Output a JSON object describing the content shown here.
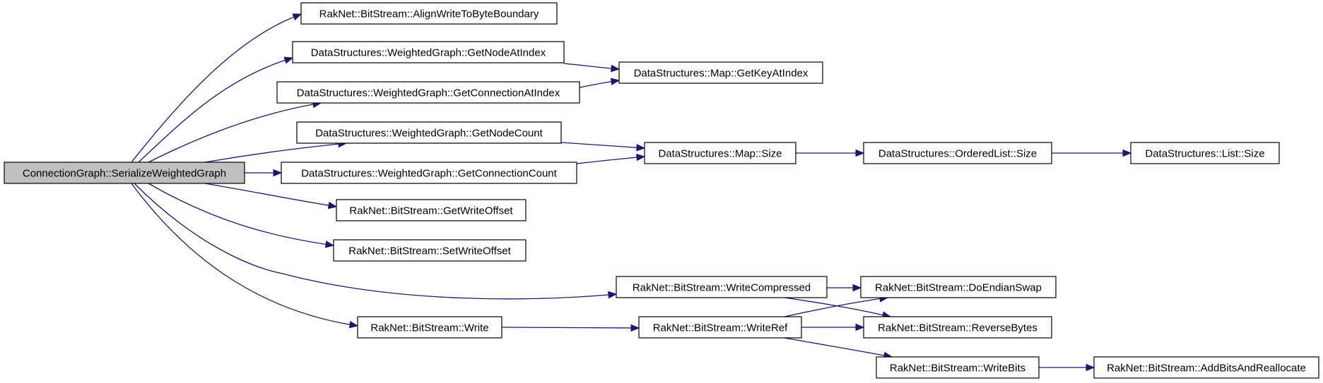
{
  "graph": {
    "edge_color": "#191970",
    "root_fill": "#bfbfbf",
    "node_fill": "#ffffff",
    "nodes": [
      {
        "id": "root",
        "label": "ConnectionGraph::SerializeWeightedGraph",
        "root": true
      },
      {
        "id": "alignWrite",
        "label": "RakNet::BitStream::AlignWriteToByteBoundary"
      },
      {
        "id": "getNodeAtIndex",
        "label": "DataStructures::WeightedGraph::GetNodeAtIndex"
      },
      {
        "id": "getConnAtIndex",
        "label": "DataStructures::WeightedGraph::GetConnectionAtIndex"
      },
      {
        "id": "getNodeCount",
        "label": "DataStructures::WeightedGraph::GetNodeCount"
      },
      {
        "id": "getConnCount",
        "label": "DataStructures::WeightedGraph::GetConnectionCount"
      },
      {
        "id": "getWriteOffset",
        "label": "RakNet::BitStream::GetWriteOffset"
      },
      {
        "id": "setWriteOffset",
        "label": "RakNet::BitStream::SetWriteOffset"
      },
      {
        "id": "writeCompressed",
        "label": "RakNet::BitStream::WriteCompressed"
      },
      {
        "id": "write",
        "label": "RakNet::BitStream::Write"
      },
      {
        "id": "mapGetKey",
        "label": "DataStructures::Map::GetKeyAtIndex"
      },
      {
        "id": "mapSize",
        "label": "DataStructures::Map::Size"
      },
      {
        "id": "orderedListSize",
        "label": "DataStructures::OrderedList::Size"
      },
      {
        "id": "listSize",
        "label": "DataStructures::List::Size"
      },
      {
        "id": "doEndianSwap",
        "label": "RakNet::BitStream::DoEndianSwap"
      },
      {
        "id": "reverseBytes",
        "label": "RakNet::BitStream::ReverseBytes"
      },
      {
        "id": "writeRef",
        "label": "RakNet::BitStream::WriteRef"
      },
      {
        "id": "writeBits",
        "label": "RakNet::BitStream::WriteBits"
      },
      {
        "id": "addBits",
        "label": "RakNet::BitStream::AddBitsAndReallocate"
      }
    ],
    "edges": [
      {
        "from": "root",
        "to": "alignWrite"
      },
      {
        "from": "root",
        "to": "getNodeAtIndex"
      },
      {
        "from": "root",
        "to": "getConnAtIndex"
      },
      {
        "from": "root",
        "to": "getNodeCount"
      },
      {
        "from": "root",
        "to": "getConnCount"
      },
      {
        "from": "root",
        "to": "getWriteOffset"
      },
      {
        "from": "root",
        "to": "setWriteOffset"
      },
      {
        "from": "root",
        "to": "writeCompressed"
      },
      {
        "from": "root",
        "to": "write"
      },
      {
        "from": "getNodeAtIndex",
        "to": "mapGetKey"
      },
      {
        "from": "getConnAtIndex",
        "to": "mapGetKey"
      },
      {
        "from": "getNodeCount",
        "to": "mapSize"
      },
      {
        "from": "getConnCount",
        "to": "mapSize"
      },
      {
        "from": "mapSize",
        "to": "orderedListSize"
      },
      {
        "from": "orderedListSize",
        "to": "listSize"
      },
      {
        "from": "writeCompressed",
        "to": "doEndianSwap"
      },
      {
        "from": "writeCompressed",
        "to": "reverseBytes"
      },
      {
        "from": "write",
        "to": "writeRef"
      },
      {
        "from": "writeRef",
        "to": "doEndianSwap"
      },
      {
        "from": "writeRef",
        "to": "reverseBytes"
      },
      {
        "from": "writeRef",
        "to": "writeBits"
      },
      {
        "from": "writeBits",
        "to": "addBits"
      }
    ]
  }
}
